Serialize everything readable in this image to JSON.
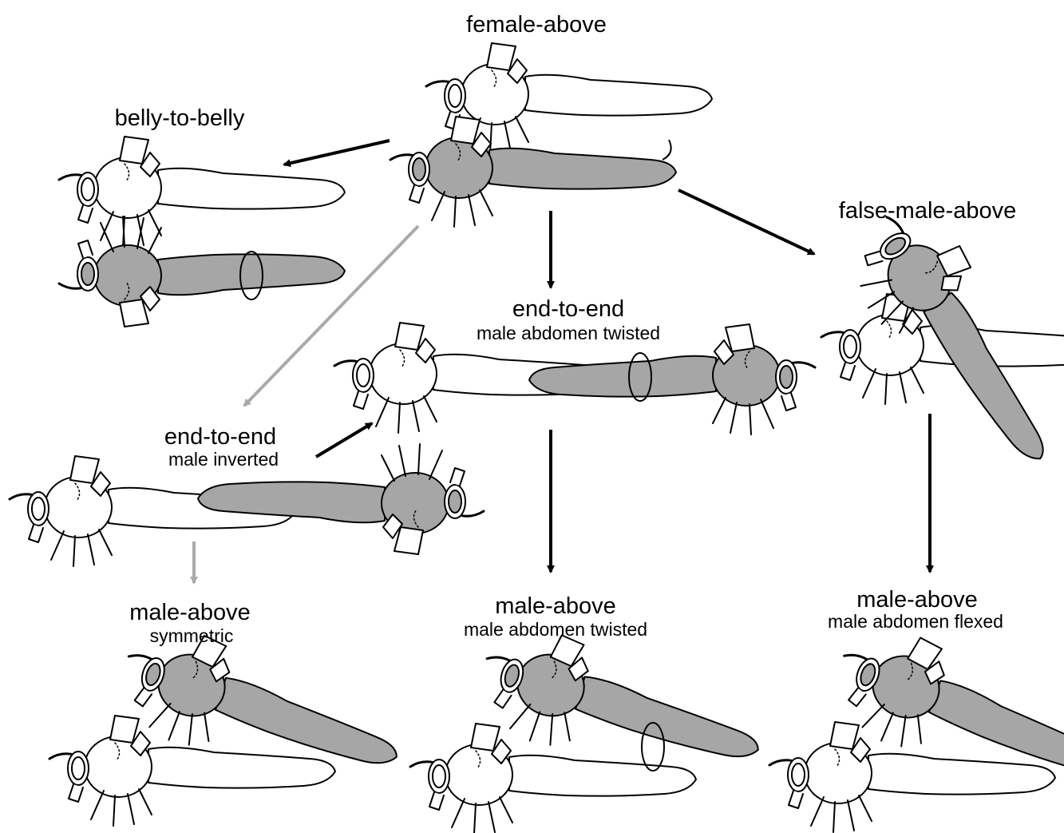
{
  "colors": {
    "female_body": "#ffffff",
    "male_body": "#a6a6a6",
    "ink": "#000000",
    "secondary_arrow": "#aaaaaa"
  },
  "nodes": {
    "female_above": {
      "title": "female-above"
    },
    "belly_to_belly": {
      "title": "belly-to-belly"
    },
    "false_male_above": {
      "title": "false-male-above"
    },
    "end_to_end_twisted": {
      "title": "end-to-end",
      "subtitle": "male abdomen twisted"
    },
    "end_to_end_inverted": {
      "title": "end-to-end",
      "subtitle": "male inverted"
    },
    "male_above_symmetric": {
      "title": "male-above",
      "subtitle": "symmetric"
    },
    "male_above_twisted": {
      "title": "male-above",
      "subtitle": "male abdomen twisted"
    },
    "male_above_flexed": {
      "title": "male-above",
      "subtitle": "male abdomen flexed"
    }
  },
  "transitions": [
    {
      "from": "female_above",
      "to": "belly_to_belly",
      "style": "primary"
    },
    {
      "from": "female_above",
      "to": "end_to_end_twisted",
      "style": "primary"
    },
    {
      "from": "female_above",
      "to": "false_male_above",
      "style": "primary"
    },
    {
      "from": "female_above",
      "to": "end_to_end_inverted",
      "style": "secondary"
    },
    {
      "from": "end_to_end_inverted",
      "to": "end_to_end_twisted",
      "style": "primary"
    },
    {
      "from": "end_to_end_inverted",
      "to": "male_above_symmetric",
      "style": "secondary"
    },
    {
      "from": "end_to_end_twisted",
      "to": "male_above_twisted",
      "style": "primary"
    },
    {
      "from": "false_male_above",
      "to": "male_above_flexed",
      "style": "primary"
    }
  ]
}
